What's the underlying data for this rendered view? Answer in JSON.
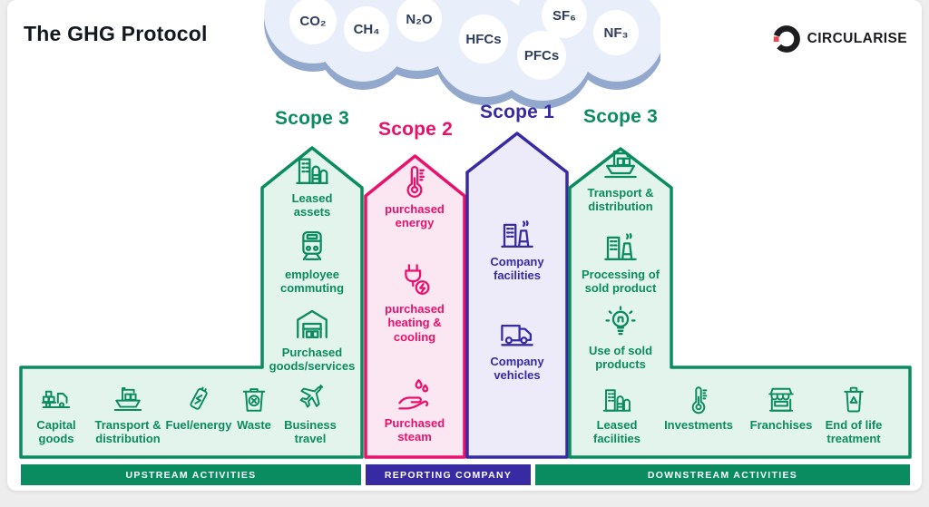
{
  "title": "The GHG Protocol",
  "brand": {
    "name": "CIRCULARISE"
  },
  "cloud": {
    "gases": [
      "CO₂",
      "CH₄",
      "N₂O",
      "HFCs",
      "PFCs",
      "SF₆",
      "NF₃"
    ]
  },
  "colors": {
    "green": "#0a8b60",
    "green_fill": "#e3f4ec",
    "pink": "#e9116b",
    "pink_fill": "#fbe7f1",
    "indigo": "#372aa3",
    "indigo_fill": "#edeafa",
    "cloud": "#e8eefa",
    "cloud_shadow": "#92a8cc",
    "gas_text": "#2f3e5c",
    "brand_red": "#e8474b"
  },
  "scopes": [
    {
      "scope_label": "Scope 3",
      "theme": "green",
      "items": [
        {
          "icon": "buildings",
          "label": "Leased assets"
        },
        {
          "icon": "train",
          "label": "employee commuting"
        },
        {
          "icon": "warehouse",
          "label": "Purchased goods/services"
        }
      ]
    },
    {
      "scope_label": "Scope 2",
      "theme": "pink",
      "items": [
        {
          "icon": "thermometer",
          "label": "purchased energy"
        },
        {
          "icon": "plug",
          "label": "purchased heating & cooling"
        },
        {
          "icon": "hand-drops",
          "label": "Purchased steam"
        }
      ]
    },
    {
      "scope_label": "Scope 1",
      "theme": "indigo",
      "items": [
        {
          "icon": "factory",
          "label": "Company facilities"
        },
        {
          "icon": "truck",
          "label": "Company vehicles"
        }
      ]
    },
    {
      "scope_label": "Scope 3",
      "theme": "green",
      "items": [
        {
          "icon": "ship",
          "label": "Transport & distribution"
        },
        {
          "icon": "factory",
          "label": "Processing of sold product"
        },
        {
          "icon": "bulb",
          "label": "Use of sold products"
        }
      ]
    }
  ],
  "upstream_box": {
    "items": [
      {
        "icon": "truck-boxes",
        "label": "Capital goods"
      },
      {
        "icon": "ship",
        "label": "Transport & distribution"
      },
      {
        "icon": "battery",
        "label": "Fuel/energy"
      },
      {
        "icon": "bin-x",
        "label": "Waste"
      },
      {
        "icon": "plane",
        "label": "Business travel"
      }
    ]
  },
  "downstream_box": {
    "items": [
      {
        "icon": "buildings",
        "label": "Leased facilities"
      },
      {
        "icon": "thermometer",
        "label": "Investments"
      },
      {
        "icon": "storefront",
        "label": "Franchises"
      },
      {
        "icon": "bin-recycle",
        "label": "End of life treatment"
      }
    ]
  },
  "bars": {
    "upstream": "UPSTREAM ACTIVITIES",
    "reporting": "REPORTING COMPANY",
    "downstream": "DOWNSTREAM ACTIVITIES"
  }
}
